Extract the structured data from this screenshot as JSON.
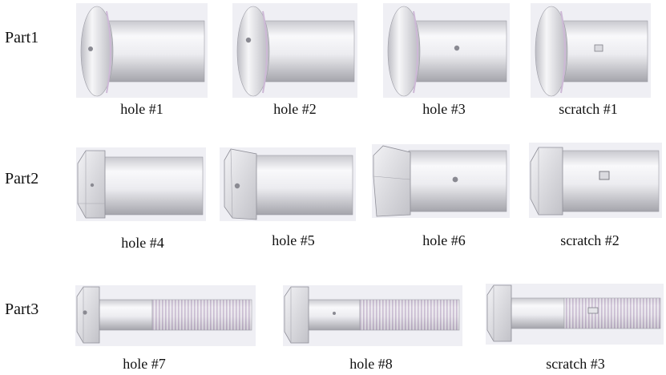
{
  "rows": [
    {
      "label": "Part1",
      "items": [
        "hole #1",
        "hole #2",
        "hole #3",
        "scratch #1"
      ]
    },
    {
      "label": "Part2",
      "items": [
        "hole #4",
        "hole #5",
        "hole #6",
        "scratch #2"
      ]
    },
    {
      "label": "Part3",
      "items": [
        "hole #7",
        "hole #8",
        "scratch #3"
      ]
    }
  ],
  "colors": {
    "panel": "#eeeef4",
    "metal_light": "#f7f7f9",
    "metal_dark": "#a9a9b0",
    "edge_tint": "#cdb8d6"
  }
}
